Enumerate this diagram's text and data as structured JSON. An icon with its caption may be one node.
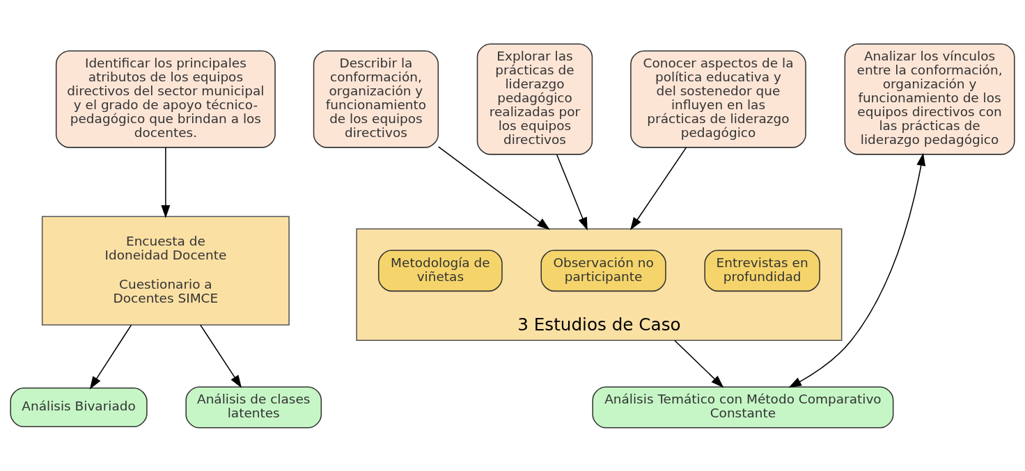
{
  "diagram": {
    "nodes": [
      {
        "text": [
          "Identificar los principales atributos de los equipos directivos del sector municipal y el grado de apoyo técnico-pedagógico que brindan a los docentes."
        ]
      },
      {
        "text": [
          "Describir la conformación, organización y funcionamiento de los equipos directivos"
        ]
      },
      {
        "text": [
          "Explorar las prácticas de liderazgo pedagógico realizadas por los equipos directivos"
        ]
      },
      {
        "text": [
          "Conocer aspectos de la política educativa y del sostenedor que influyen en las prácticas de liderazgo pedagógico"
        ]
      },
      {
        "text": [
          "Analizar los vínculos entre la conformación, organización y funcionamiento de los equipos directivos con las prácticas de liderazgo pedagógico"
        ]
      },
      {
        "text": [
          "Encuesta de Idoneidad Docente",
          "Cuestionario a Docentes SIMCE"
        ]
      },
      {
        "text": [
          "3 Estudios de Caso"
        ]
      },
      {
        "text": [
          "Entrevistas en profundidad"
        ],
        "in": 6
      },
      {
        "text": [
          "Observación no participante"
        ],
        "in": 6
      },
      {
        "text": [
          "Metodología de viñetas"
        ],
        "in": 6
      },
      {
        "text": [
          "Análisis Bivariado"
        ]
      },
      {
        "text": [
          "Análisis de clases latentes"
        ]
      },
      {
        "text": [
          "Análisis Temático con Método Comparativo Constante"
        ]
      }
    ],
    "edges": [
      {
        "from": 0,
        "to": 5,
        "arrow": "to"
      },
      {
        "from": 1,
        "to": 6,
        "arrow": "to"
      },
      {
        "from": 2,
        "to": 6,
        "arrow": "to"
      },
      {
        "from": 3,
        "to": 6,
        "arrow": "to"
      },
      {
        "from": 5,
        "to": 10,
        "arrow": "to"
      },
      {
        "from": 5,
        "to": 11,
        "arrow": "to"
      },
      {
        "from": 6,
        "to": 12,
        "arrow": "to"
      },
      {
        "from": 4,
        "to": 12,
        "arrow": "both"
      }
    ]
  }
}
